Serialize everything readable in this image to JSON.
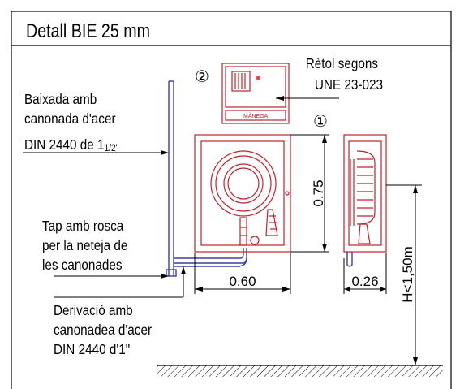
{
  "title": "Detall BIE 25 mm",
  "labels": {
    "downpipe": [
      "Baixada amb",
      "canonada d'acer",
      "DIN 2440 de 1"
    ],
    "downpipe_fraction": "1/2\"",
    "cap": [
      "Tap amb rosca",
      "per la neteja de",
      "les canonades"
    ],
    "branch": [
      "Derivació amb",
      "canonadea d'acer",
      "DIN 2440 d'1\""
    ],
    "sign": [
      "Rètol segons",
      "UNE 23-023"
    ],
    "sign_text": "MÀNEGA"
  },
  "markers": {
    "sign": "②",
    "cabinet": "①"
  },
  "dimensions": {
    "height": "0.75",
    "width": "0.60",
    "depth": "0.26",
    "mount": "H<1,50m"
  },
  "colors": {
    "pipe": "#3a3fa0",
    "equipment": "#c0202a",
    "line": "#000000"
  }
}
